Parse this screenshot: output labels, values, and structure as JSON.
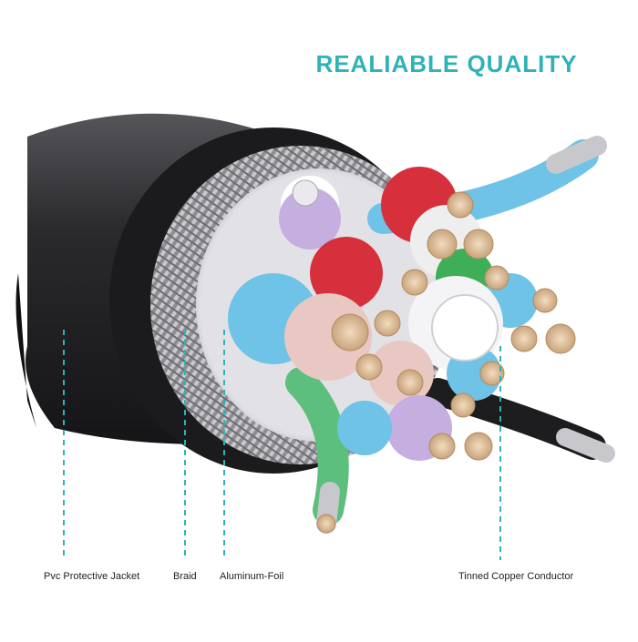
{
  "headline": "REALIABLE QUALITY",
  "colors": {
    "accent": "#2fb2b8",
    "jacket": "#1d1d1f",
    "braid": "#9a9a9a",
    "foil": "#c8c8cc"
  },
  "callouts": [
    {
      "id": "jacket",
      "label": "Pvc Protective Jacket"
    },
    {
      "id": "braid",
      "label": "Braid"
    },
    {
      "id": "foil",
      "label": "Aluminum-Foil"
    },
    {
      "id": "conductor",
      "label": "Tinned Copper Conductor"
    }
  ]
}
